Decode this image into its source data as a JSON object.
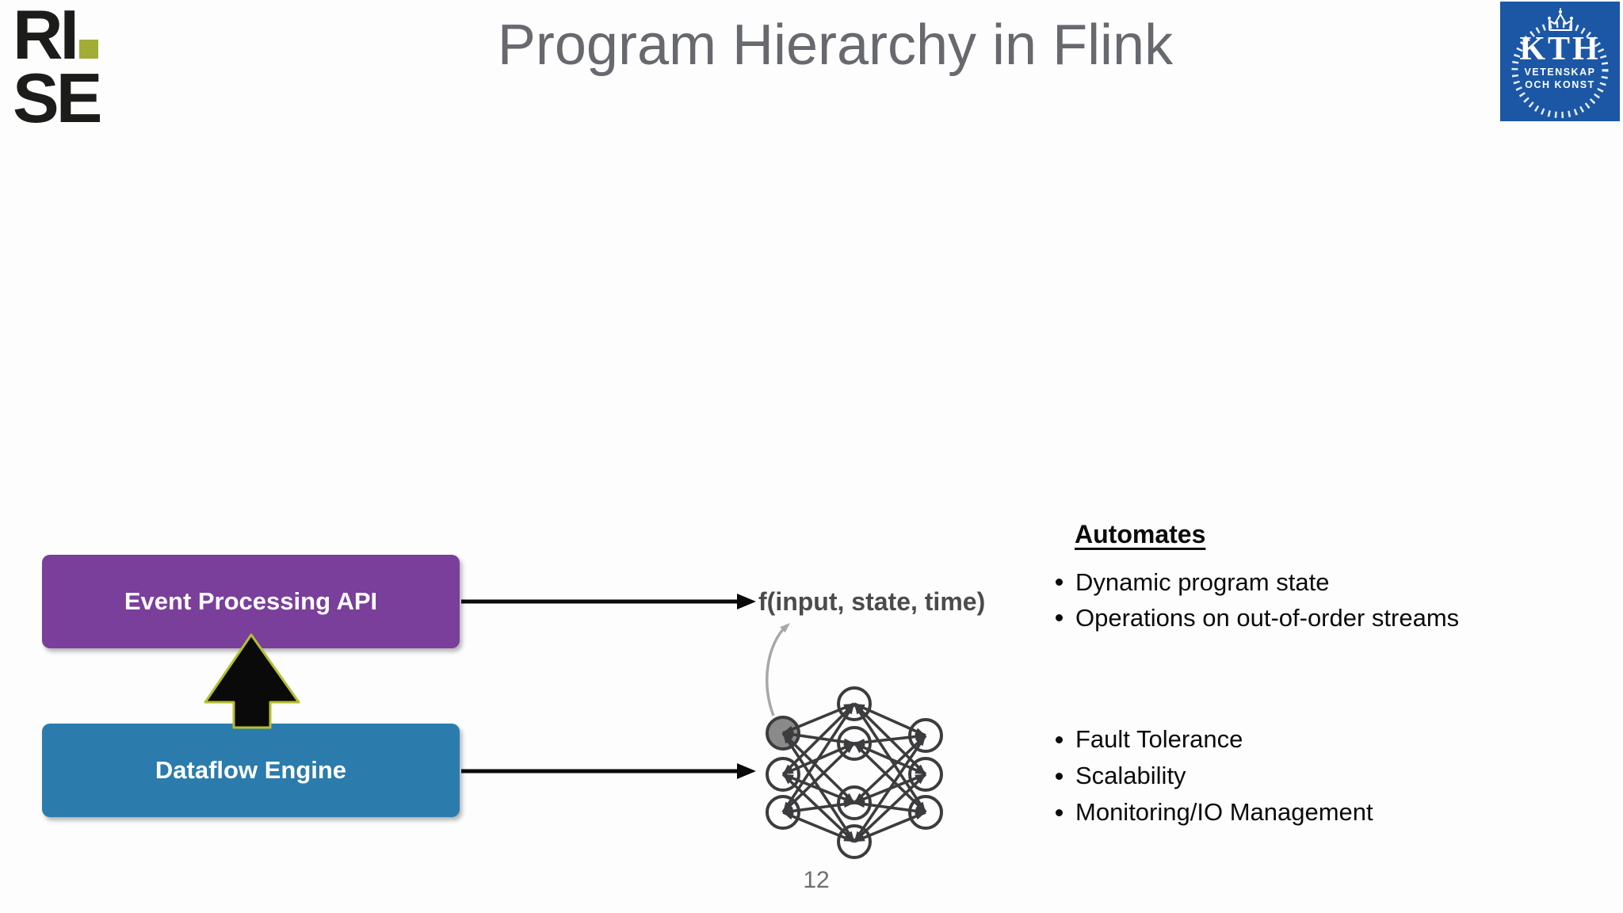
{
  "slide": {
    "title": "Program Hierarchy in Flink",
    "page_number": "12"
  },
  "logos": {
    "rise": {
      "line1": "RI",
      "line2": "SE",
      "dot_color": "#a2ad35",
      "text_color": "#1c1c1a"
    },
    "kth": {
      "acronym": "KTH",
      "sub_line1": "VETENSKAP",
      "sub_line2": "OCH KONST",
      "bg_color": "#1c57a5"
    }
  },
  "stack": {
    "api_box": {
      "label": "Event Processing API",
      "color": "#7a3e9b"
    },
    "engine_box": {
      "label": "Dataflow Engine",
      "color": "#2b7cac"
    },
    "up_arrow": {
      "fill": "#0a0a0a",
      "outline": "#b5bf2e"
    }
  },
  "function_label": "f(input, state, time)",
  "network": {
    "layers": [
      3,
      4,
      3
    ],
    "stroke_color": "#3c3c3e",
    "highlight_fill": "#8a8a8a",
    "callout_color": "#a8a8a8"
  },
  "automates": {
    "heading": "Automates",
    "items": [
      "Dynamic program state",
      "Operations on out-of-order streams"
    ]
  },
  "engine_features": {
    "items": [
      "Fault Tolerance",
      "Scalability",
      "Monitoring/IO Management"
    ]
  }
}
